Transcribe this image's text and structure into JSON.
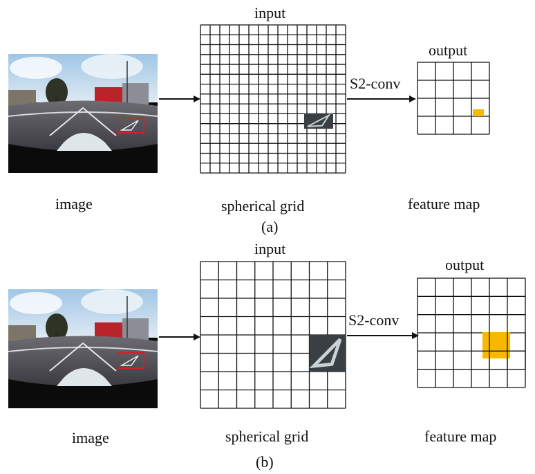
{
  "panels": [
    {
      "caption": "(a)",
      "image_label": "image",
      "grid_label": "spherical grid",
      "feature_label": "feature map",
      "input_title": "input",
      "output_title": "output",
      "op_label": "S2-conv"
    },
    {
      "caption": "(b)",
      "image_label": "image",
      "grid_label": "spherical grid",
      "feature_label": "feature map",
      "input_title": "input",
      "output_title": "output",
      "op_label": "S2-conv"
    }
  ],
  "colors": {
    "grid_line": "#111111",
    "highlight": "#f6b800",
    "bbox": "#d42020",
    "patch_dark": "#3a3f44",
    "patch_light": "#c9d3d3"
  }
}
